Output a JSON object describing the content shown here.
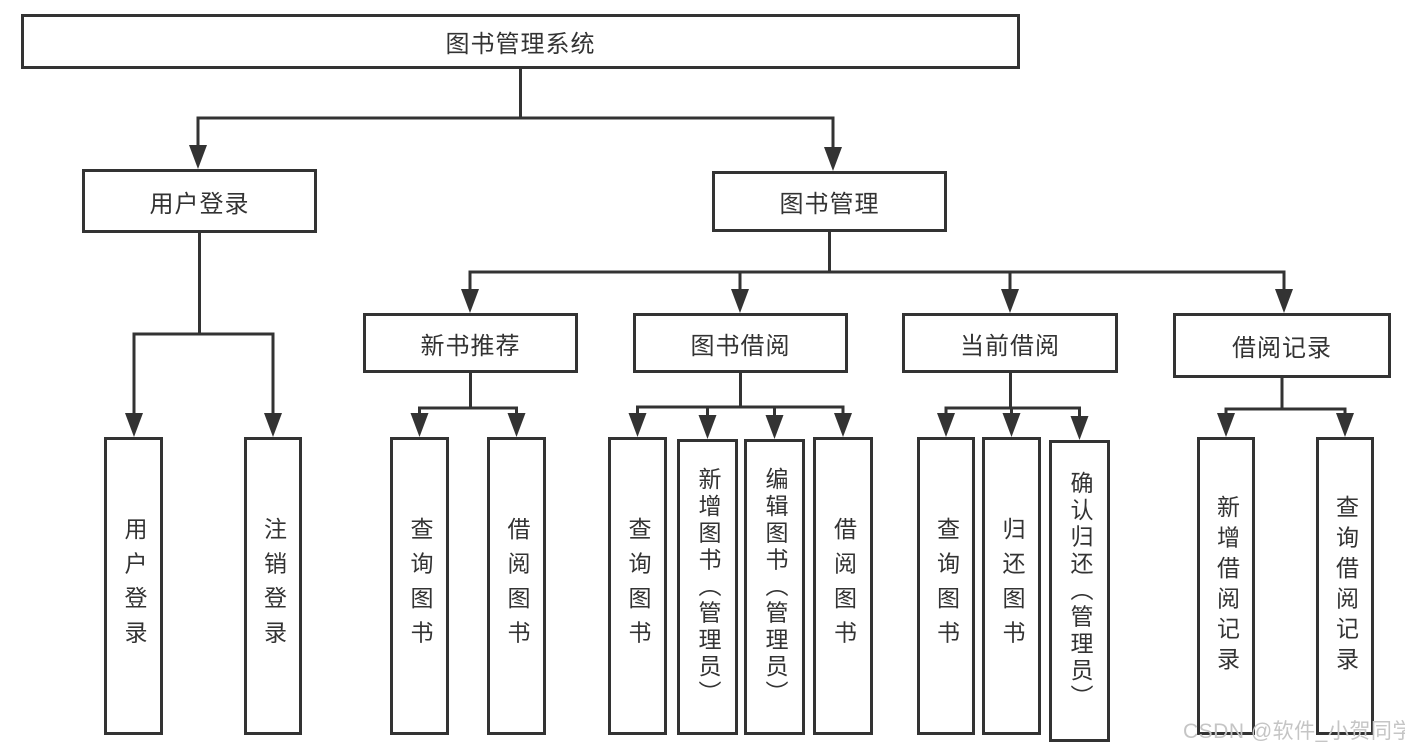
{
  "diagram": {
    "title": "图书管理系统",
    "type": "hierarchy-tree",
    "colors": {
      "line": "#333333",
      "box_border": "#333333",
      "text": "#333333",
      "background": "#ffffff",
      "watermark": "#c5c5c5"
    }
  },
  "tree": {
    "root": {
      "label": "图书管理系统",
      "children": [
        {
          "label": "用户登录",
          "children": [
            {
              "label": "用户登录"
            },
            {
              "label": "注销登录"
            }
          ]
        },
        {
          "label": "图书管理",
          "children": [
            {
              "label": "新书推荐",
              "children": [
                {
                  "label": "查询图书"
                },
                {
                  "label": "借阅图书"
                }
              ]
            },
            {
              "label": "图书借阅",
              "children": [
                {
                  "label": "查询图书"
                },
                {
                  "label": "新增图书（管理员）"
                },
                {
                  "label": "编辑图书（管理员）"
                },
                {
                  "label": "借阅图书"
                }
              ]
            },
            {
              "label": "当前借阅",
              "children": [
                {
                  "label": "查询图书"
                },
                {
                  "label": "归还图书"
                },
                {
                  "label": "确认归还（管理员）"
                }
              ]
            },
            {
              "label": "借阅记录",
              "children": [
                {
                  "label": "新增借阅记录"
                },
                {
                  "label": "查询借阅记录"
                }
              ]
            }
          ]
        }
      ]
    }
  },
  "watermark": {
    "text": "CSDN @软件_小贺同学"
  }
}
